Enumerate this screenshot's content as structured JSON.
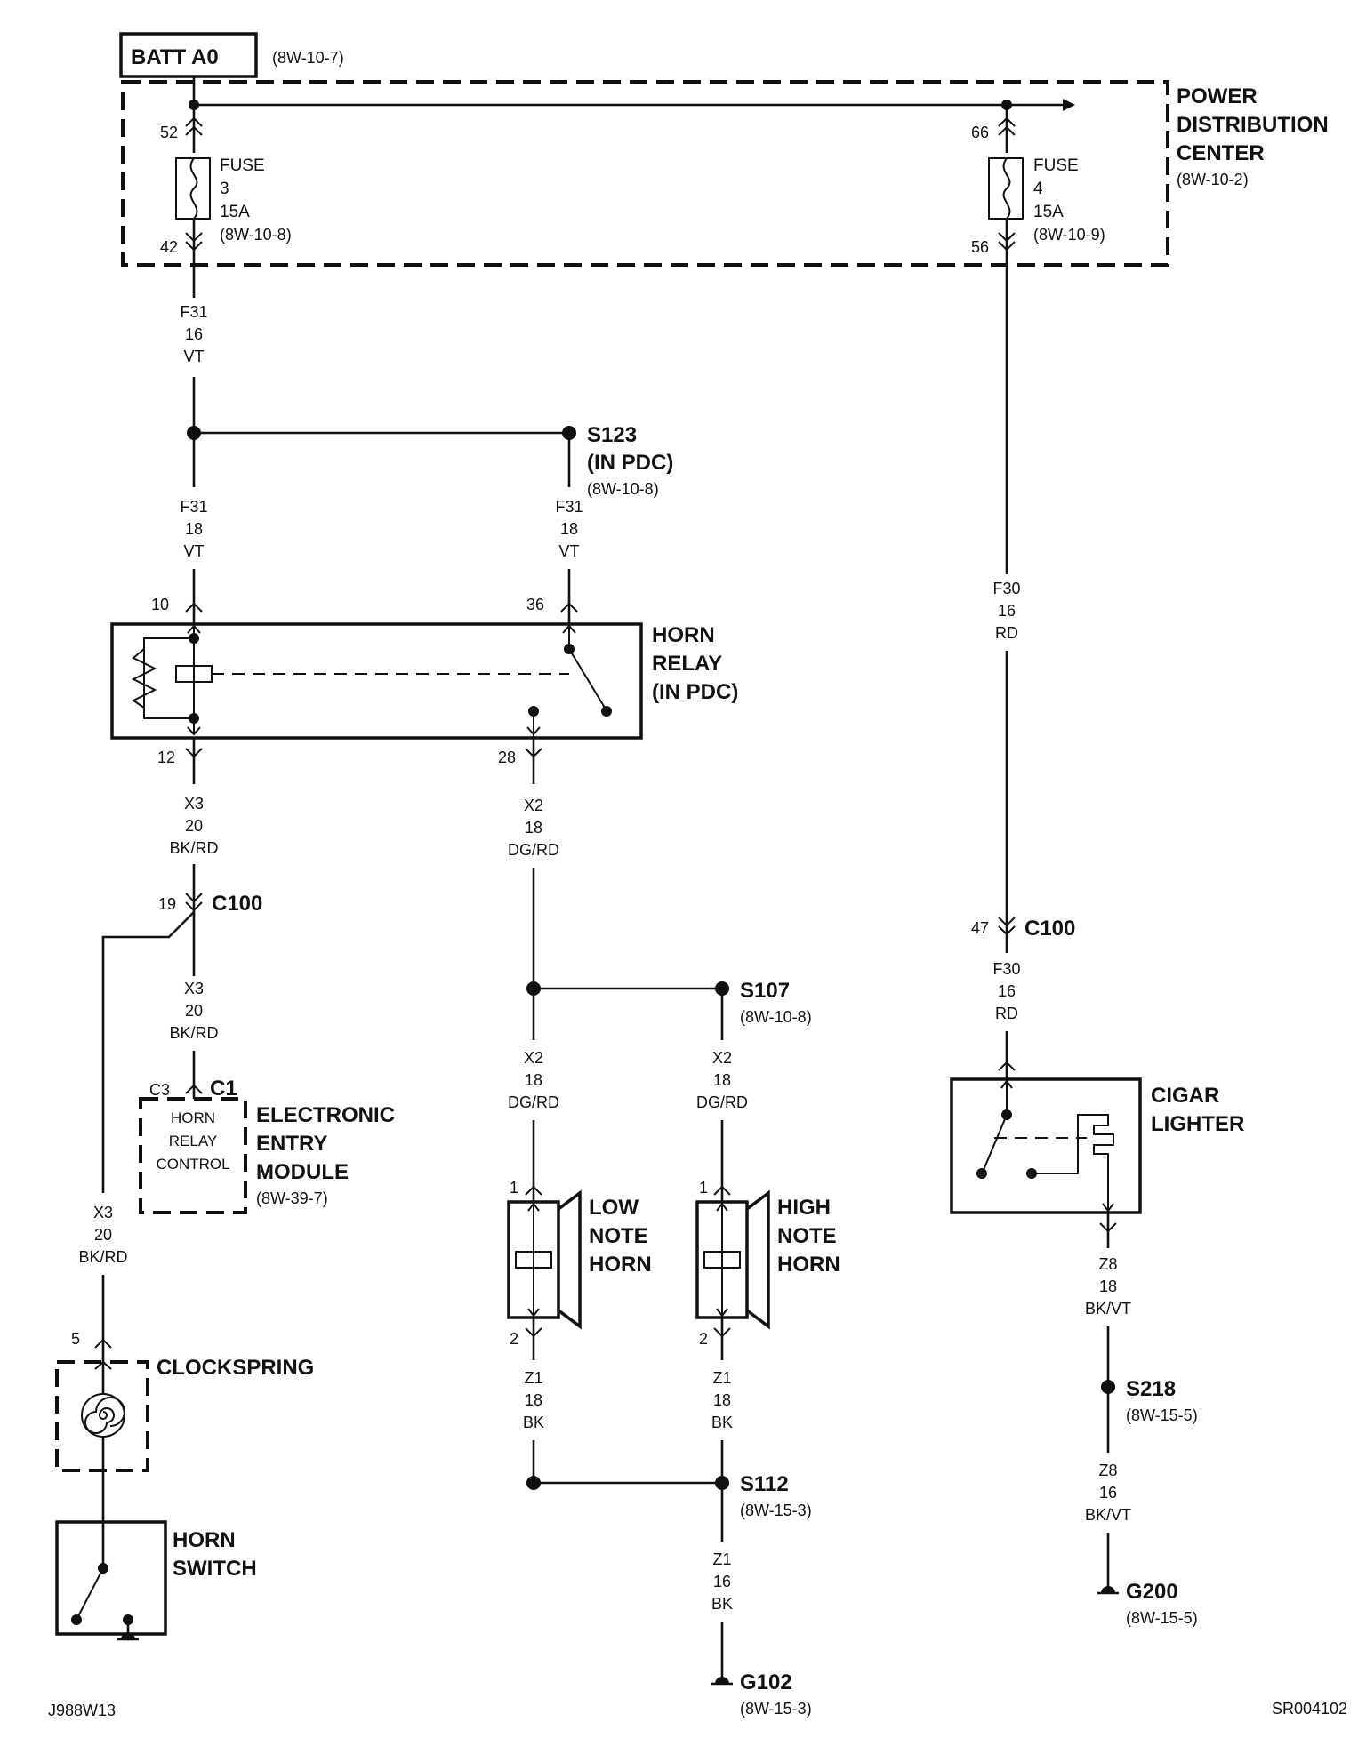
{
  "battery": {
    "label": "BATT A0",
    "ref": "(8W-10-7)"
  },
  "pdc": {
    "line1": "POWER",
    "line2": "DISTRIBUTION",
    "line3": "CENTER",
    "ref": "(8W-10-2)"
  },
  "fuse3": {
    "l1": "FUSE",
    "l2": "3",
    "l3": "15A",
    "ref": "(8W-10-8)",
    "pin_in": "52",
    "pin_out": "42"
  },
  "fuse4": {
    "l1": "FUSE",
    "l2": "4",
    "l3": "15A",
    "ref": "(8W-10-9)",
    "pin_in": "66",
    "pin_out": "56"
  },
  "wires": {
    "f31_a": {
      "circuit": "F31",
      "gauge": "16",
      "color": "VT"
    },
    "f31_b": {
      "circuit": "F31",
      "gauge": "18",
      "color": "VT"
    },
    "f31_c": {
      "circuit": "F31",
      "gauge": "18",
      "color": "VT"
    },
    "f30_a": {
      "circuit": "F30",
      "gauge": "16",
      "color": "RD"
    },
    "f30_b": {
      "circuit": "F30",
      "gauge": "16",
      "color": "RD"
    },
    "x3_a": {
      "circuit": "X3",
      "gauge": "20",
      "color": "BK/RD"
    },
    "x3_b": {
      "circuit": "X3",
      "gauge": "20",
      "color": "BK/RD"
    },
    "x3_c": {
      "circuit": "X3",
      "gauge": "20",
      "color": "BK/RD"
    },
    "x2_a": {
      "circuit": "X2",
      "gauge": "18",
      "color": "DG/RD"
    },
    "x2_b": {
      "circuit": "X2",
      "gauge": "18",
      "color": "DG/RD"
    },
    "x2_c": {
      "circuit": "X2",
      "gauge": "18",
      "color": "DG/RD"
    },
    "z1_a": {
      "circuit": "Z1",
      "gauge": "18",
      "color": "BK"
    },
    "z1_b": {
      "circuit": "Z1",
      "gauge": "18",
      "color": "BK"
    },
    "z1_c": {
      "circuit": "Z1",
      "gauge": "16",
      "color": "BK"
    },
    "z8_a": {
      "circuit": "Z8",
      "gauge": "18",
      "color": "BK/VT"
    },
    "z8_b": {
      "circuit": "Z8",
      "gauge": "16",
      "color": "BK/VT"
    }
  },
  "s123": {
    "label": "S123",
    "sub": "(IN PDC)",
    "ref": "(8W-10-8)"
  },
  "horn_relay": {
    "line1": "HORN",
    "line2": "RELAY",
    "line3": "(IN PDC)",
    "pin10": "10",
    "pin36": "36",
    "pin12": "12",
    "pin28": "28"
  },
  "c100_left": {
    "label": "C100",
    "pin": "19"
  },
  "c100_right": {
    "label": "C100",
    "pin": "47"
  },
  "eem": {
    "connector": "C1",
    "pin": "C3",
    "line1": "ELECTRONIC",
    "line2": "ENTRY",
    "line3": "MODULE",
    "ref": "(8W-39-7)",
    "inner1": "HORN",
    "inner2": "RELAY",
    "inner3": "CONTROL"
  },
  "s107": {
    "label": "S107",
    "ref": "(8W-10-8)"
  },
  "low_horn": {
    "line1": "LOW",
    "line2": "NOTE",
    "line3": "HORN",
    "pin1": "1",
    "pin2": "2"
  },
  "high_horn": {
    "line1": "HIGH",
    "line2": "NOTE",
    "line3": "HORN",
    "pin1": "1",
    "pin2": "2"
  },
  "s112": {
    "label": "S112",
    "ref": "(8W-15-3)"
  },
  "g102": {
    "label": "G102",
    "ref": "(8W-15-3)"
  },
  "cigar": {
    "line1": "CIGAR",
    "line2": "LIGHTER"
  },
  "s218": {
    "label": "S218",
    "ref": "(8W-15-5)"
  },
  "g200": {
    "label": "G200",
    "ref": "(8W-15-5)"
  },
  "clockspring": {
    "label": "CLOCKSPRING",
    "pin": "5"
  },
  "horn_switch": {
    "line1": "HORN",
    "line2": "SWITCH"
  },
  "footer": {
    "left": "J988W13",
    "right": "SR004102"
  }
}
